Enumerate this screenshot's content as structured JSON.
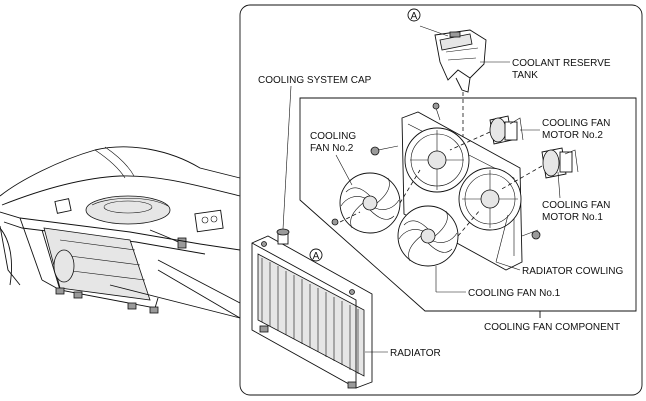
{
  "labels": {
    "coolant_reserve_tank": [
      "COOLANT RESERVE",
      "TANK"
    ],
    "cooling_system_cap": "COOLING SYSTEM CAP",
    "cooling_fan_motor_no2": [
      "COOLING FAN",
      "MOTOR No.2"
    ],
    "cooling_fan_no2": [
      "COOLING",
      "FAN No.2"
    ],
    "cooling_fan_motor_no1": [
      "COOLING FAN",
      "MOTOR No.1"
    ],
    "radiator_cowling": "RADIATOR COWLING",
    "cooling_fan_no1": "COOLING FAN No.1",
    "cooling_fan_component": "COOLING FAN COMPONENT",
    "radiator": "RADIATOR"
  },
  "reference_marks": [
    "A",
    "A"
  ]
}
